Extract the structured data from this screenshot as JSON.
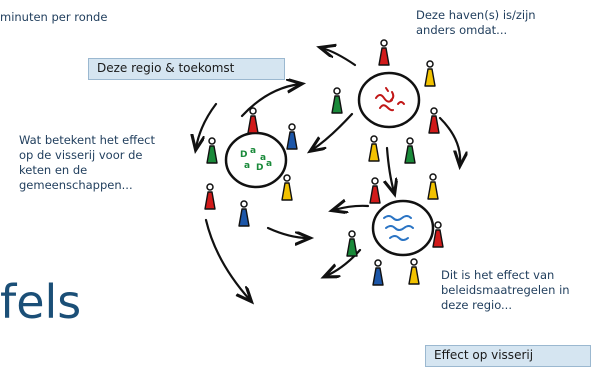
{
  "top_left_text": "minuten per ronde",
  "regio_box": "Deze regio & toekomst",
  "haven_text_line1": "Deze haven(s) is/zijn",
  "haven_text_line2": "anders omdat...",
  "visserij_text_line1": "Wat betekent het effect",
  "visserij_text_line2": "op de visserij voor de",
  "visserij_text_line3": "keten en de",
  "visserij_text_line4": "gemeenschappen...",
  "effect_text_line1": "Dit is het effect van",
  "effect_text_line2": "beleidsmaatregelen in",
  "effect_text_line3": "deze regio...",
  "visserij_box": "Effect op visserij",
  "big_word": "fels",
  "colors": {
    "text_blue": "#1f3d5c",
    "box_fill": "#d5e5f1",
    "people": [
      "#d11a1a",
      "#f2c200",
      "#1a8a3a",
      "#1c56a8"
    ]
  }
}
